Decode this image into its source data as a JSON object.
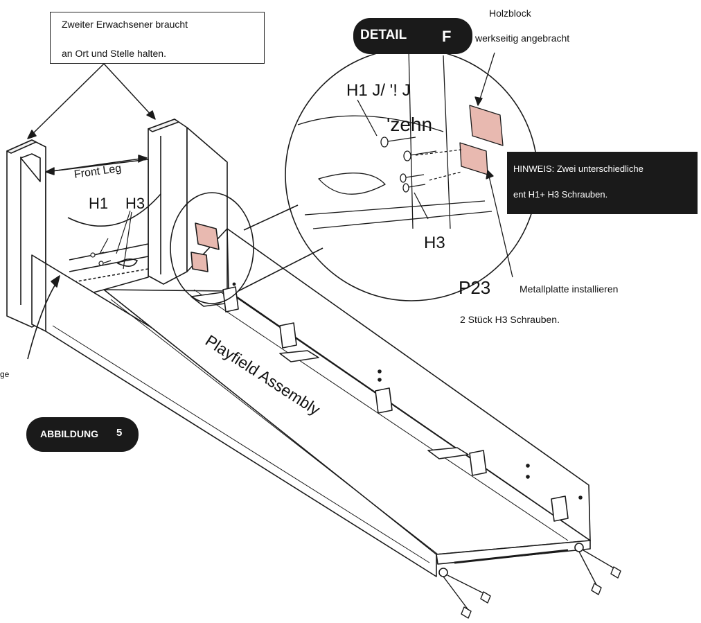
{
  "callout": {
    "line1": "Zweiter Erwachsener braucht",
    "line2": "an Ort und Stelle halten."
  },
  "detail": {
    "badge_label": "DETAIL",
    "badge_letter": "F",
    "label_h1_top": "H1  J/  '!  J",
    "label_zehn": "'zehn",
    "label_h3": "H3",
    "label_p23": "P23",
    "holzblock_line1": "Holzblock",
    "holzblock_line2": "werkseitig  angebracht"
  },
  "note": {
    "line1": "HINWEIS:  Zwei  unterschiedliche",
    "line2": "ent  H1+  H3  Schrauben."
  },
  "install": {
    "line1": "Metallplatte  installieren",
    "line2": "2  Stück  H3  Schrauben."
  },
  "main": {
    "front_leg": "Front Leg",
    "h1": "H1",
    "h3": "H3",
    "playfield": "Playfield Assembly",
    "left_edge_fragment": "ge"
  },
  "figure": {
    "label": "ABBILDUNG",
    "number": "5"
  },
  "colors": {
    "ink": "#1a1a1a",
    "plate": "#e8b9b0"
  }
}
